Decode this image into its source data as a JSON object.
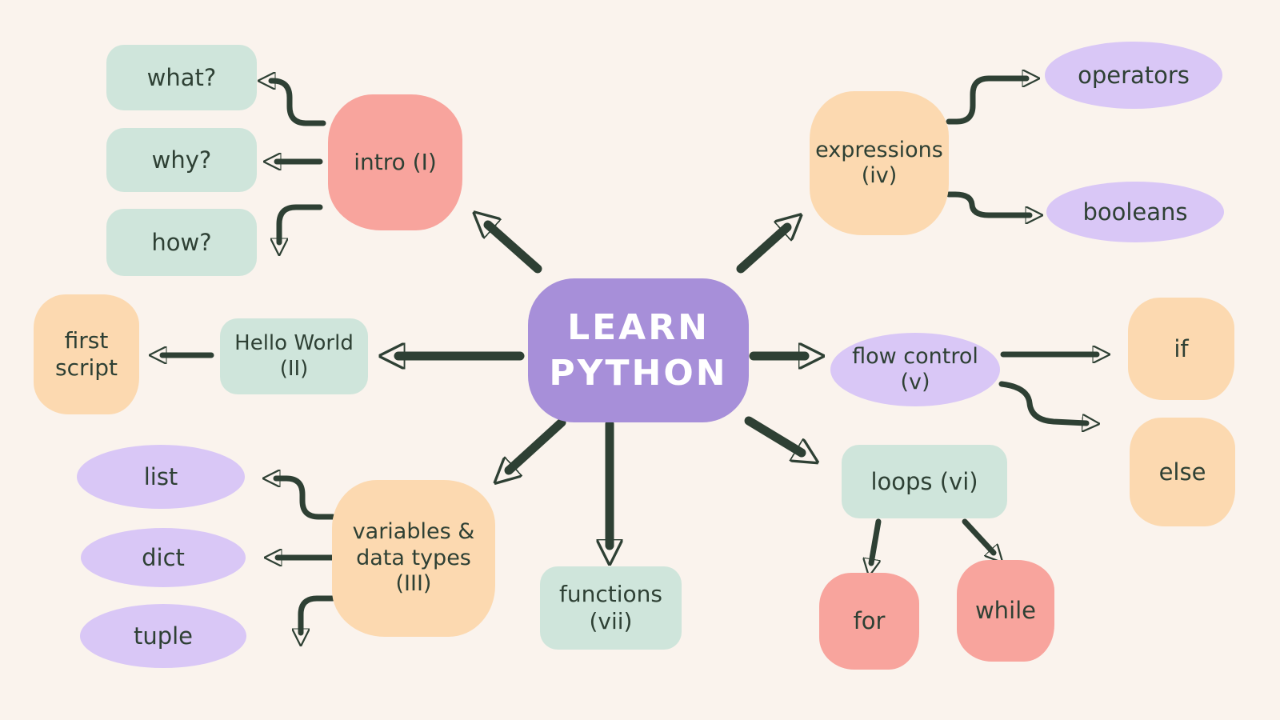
{
  "title": "Learn Python mind map",
  "palette": {
    "background": "#faf3ed",
    "ink": "#2e4034",
    "mint": "#cfe5db",
    "salmon": "#f8a49d",
    "peach": "#fcd9b0",
    "lavender": "#d9c7f6",
    "purple": "#a78fd9",
    "center_text": "#ffffff"
  },
  "center": {
    "label": "LEARN\nPYTHON"
  },
  "nodes": {
    "what": {
      "label": "what?"
    },
    "why": {
      "label": "why?"
    },
    "how": {
      "label": "how?"
    },
    "intro": {
      "label": "intro (I)"
    },
    "expressions": {
      "label": "expressions\n(iv)"
    },
    "operators": {
      "label": "operators"
    },
    "booleans": {
      "label": "booleans"
    },
    "first_script": {
      "label": "first\nscript"
    },
    "hello_world": {
      "label": "Hello World\n(II)"
    },
    "flow_control": {
      "label": "flow control\n(v)"
    },
    "if": {
      "label": "if"
    },
    "else": {
      "label": "else"
    },
    "list": {
      "label": "list"
    },
    "dict": {
      "label": "dict"
    },
    "tuple": {
      "label": "tuple"
    },
    "variables": {
      "label": "variables &\ndata types\n(III)"
    },
    "functions": {
      "label": "functions\n(vii)"
    },
    "loops": {
      "label": "loops (vi)"
    },
    "for": {
      "label": "for"
    },
    "while": {
      "label": "while"
    }
  },
  "edges": [
    {
      "from": "center",
      "to": "intro"
    },
    {
      "from": "center",
      "to": "expressions"
    },
    {
      "from": "center",
      "to": "hello_world"
    },
    {
      "from": "center",
      "to": "flow_control"
    },
    {
      "from": "center",
      "to": "variables"
    },
    {
      "from": "center",
      "to": "functions"
    },
    {
      "from": "center",
      "to": "loops"
    },
    {
      "from": "intro",
      "to": "what"
    },
    {
      "from": "intro",
      "to": "why"
    },
    {
      "from": "intro",
      "to": "how"
    },
    {
      "from": "expressions",
      "to": "operators"
    },
    {
      "from": "expressions",
      "to": "booleans"
    },
    {
      "from": "hello_world",
      "to": "first_script"
    },
    {
      "from": "flow_control",
      "to": "if"
    },
    {
      "from": "flow_control",
      "to": "else"
    },
    {
      "from": "variables",
      "to": "list"
    },
    {
      "from": "variables",
      "to": "dict"
    },
    {
      "from": "variables",
      "to": "tuple"
    },
    {
      "from": "loops",
      "to": "for"
    },
    {
      "from": "loops",
      "to": "while"
    }
  ]
}
